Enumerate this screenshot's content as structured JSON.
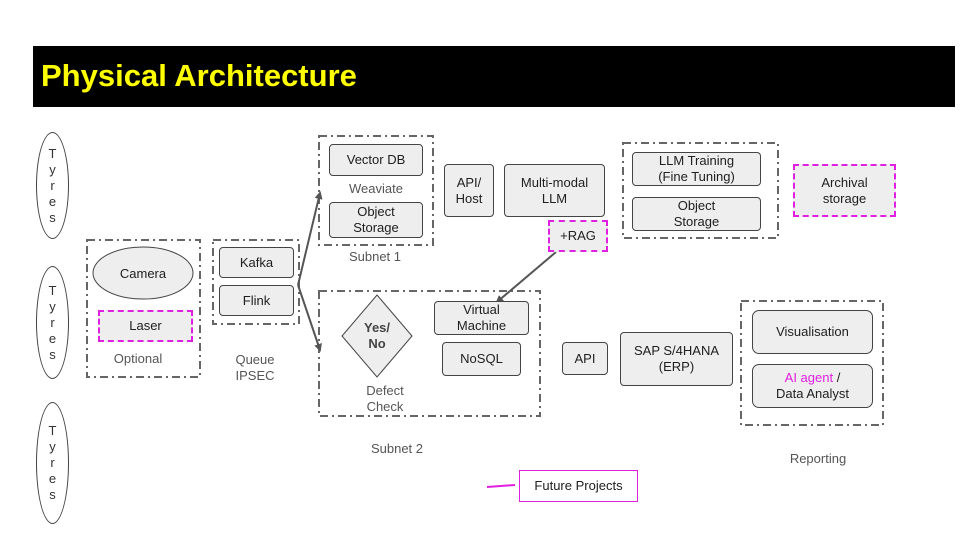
{
  "title": "Physical Architecture",
  "tyres": [
    {
      "label": "T\ny\nr\ne\ns"
    },
    {
      "label": "T\ny\nr\ne\ns"
    },
    {
      "label": "T\ny\nr\ne\ns"
    }
  ],
  "capture": {
    "camera": "Camera",
    "laser": "Laser",
    "caption": "Optional"
  },
  "queue": {
    "kafka": "Kafka",
    "flink": "Flink",
    "caption_line1": "Queue",
    "caption_line2": "IPSEC"
  },
  "subnet1": {
    "vector_db": "Vector DB",
    "weaviate": "Weaviate",
    "object_storage_line1": "Object",
    "object_storage_line2": "Storage",
    "caption": "Subnet 1"
  },
  "api_host": {
    "line1": "API/",
    "line2": "Host"
  },
  "llm": {
    "line1": "Multi-modal",
    "line2": "LLM"
  },
  "rag": "+RAG",
  "training": {
    "llm_training_line1": "LLM Training",
    "llm_training_line2": "(Fine Tuning)",
    "object_storage_line1": "Object",
    "object_storage_line2": "Storage"
  },
  "archival": {
    "line1": "Archival",
    "line2": "storage"
  },
  "subnet2": {
    "decision_line1": "Yes/",
    "decision_line2": "No",
    "defect_line1": "Defect",
    "defect_line2": "Check",
    "vm_line1": "Virtual",
    "vm_line2": "Machine",
    "nosql": "NoSQL",
    "caption": "Subnet 2"
  },
  "api": "API",
  "erp": {
    "line1": "SAP  S/4HANA",
    "line2": "(ERP)"
  },
  "reporting": {
    "visualisation": "Visualisation",
    "ai_agent": "AI agent",
    "ai_agent_suffix": " /",
    "data_analyst": "Data Analyst",
    "caption": "Reporting"
  },
  "legend": {
    "future_projects": "Future Projects"
  },
  "colors": {
    "title_bg": "#000000",
    "title_text": "#ffff00",
    "future_accent": "#e020e0",
    "box_fill": "#eeeeee"
  }
}
